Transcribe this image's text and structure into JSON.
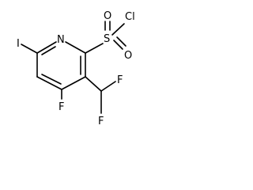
{
  "atoms": {
    "cl": "Cl",
    "s": "S",
    "o_top": "O",
    "o_bottom": "O",
    "n": "N",
    "i": "I",
    "f_ring": "F",
    "f_top": "F",
    "f_right": "F"
  },
  "colors": {
    "bond": "#000000",
    "text": "#000000",
    "background": "#ffffff"
  }
}
